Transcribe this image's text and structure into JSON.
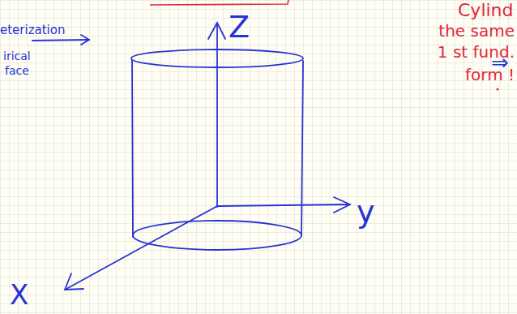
{
  "diagram": {
    "labels": [
      "eterization",
      "irical",
      "face",
      "Z",
      "y",
      "X",
      "Cylind",
      "the same",
      "1 st fund.",
      "form !",
      "⇒"
    ]
  }
}
